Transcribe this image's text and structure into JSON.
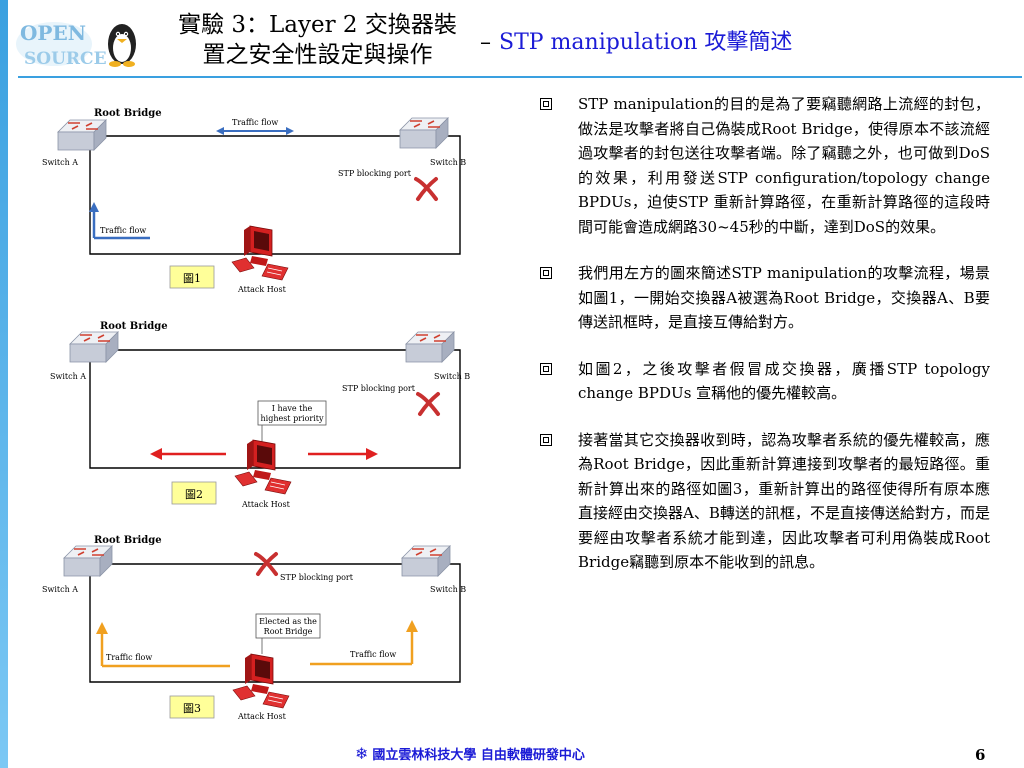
{
  "header": {
    "logo_text_top": "OPEN",
    "logo_text_bottom": "SOURCE",
    "title_line1": "實驗 3：Layer 2 交換器裝",
    "title_line2": "置之安全性設定與操作",
    "dash": "–",
    "subtitle": "STP manipulation 攻擊簡述"
  },
  "figures": [
    {
      "root_bridge": "Root Bridge",
      "switch_a": "Switch A",
      "switch_b": "Switch B",
      "blocking_port": "STP blocking port",
      "traffic_top": "Traffic flow",
      "traffic_left": "Traffic flow",
      "attack_host": "Attack Host",
      "caption": "圖1"
    },
    {
      "root_bridge": "Root Bridge",
      "switch_a": "Switch A",
      "switch_b": "Switch B",
      "blocking_port": "STP blocking port",
      "callout_line1": "I have the",
      "callout_line2": "highest priority",
      "attack_host": "Attack Host",
      "caption": "圖2"
    },
    {
      "root_bridge": "Root Bridge",
      "switch_a": "Switch A",
      "switch_b": "Switch B",
      "blocking_port": "STP blocking port",
      "callout_line1": "Elected as the",
      "callout_line2": "Root Bridge",
      "traffic_left": "Traffic flow",
      "traffic_right": "Traffic flow",
      "attack_host": "Attack Host",
      "caption": "圖3"
    }
  ],
  "bullets": [
    "STP manipulation的目的是為了要竊聽網路上流經的封包，做法是攻擊者將自己偽裝成Root Bridge，使得原本不該流經過攻擊者的封包送往攻擊者端。除了竊聽之外，也可做到DoS的效果，利用發送STP configuration/topology change BPDUs，迫使STP 重新計算路徑，在重新計算路徑的這段時間可能會造成網路30~45秒的中斷，達到DoS的效果。",
    "我們用左方的圖來簡述STP manipulation的攻擊流程，場景如圖1，一開始交換器A被選為Root Bridge，交換器A、B要傳送訊框時，是直接互傳給對方。",
    "如圖2，之後攻擊者假冒成交換器，廣播STP topology change BPDUs 宣稱他的優先權較高。",
    "接著當其它交換器收到時，認為攻擊者系統的優先權較高，應為Root Bridge，因此重新計算連接到攻擊者的最短路徑。重新計算出來的路徑如圖3，重新計算出的路徑使得所有原本應直接經由交換器A、B轉送的訊框，不是直接傳送給對方，而是要經由攻擊者系統才能到達，因此攻擊者可利用偽裝成Root Bridge竊聽到原本不能收到的訊息。"
  ],
  "footer": {
    "org": "國立雲林科技大學 自由軟體研發中心",
    "page": "6"
  },
  "colors": {
    "accent_blue": "#1b1bd6",
    "bar_blue": "#3aa0e0",
    "arrow_red": "#e02020",
    "arrow_orange": "#f0a020",
    "arrow_blue": "#3a6ec0",
    "caption_bg": "#ffff99"
  }
}
